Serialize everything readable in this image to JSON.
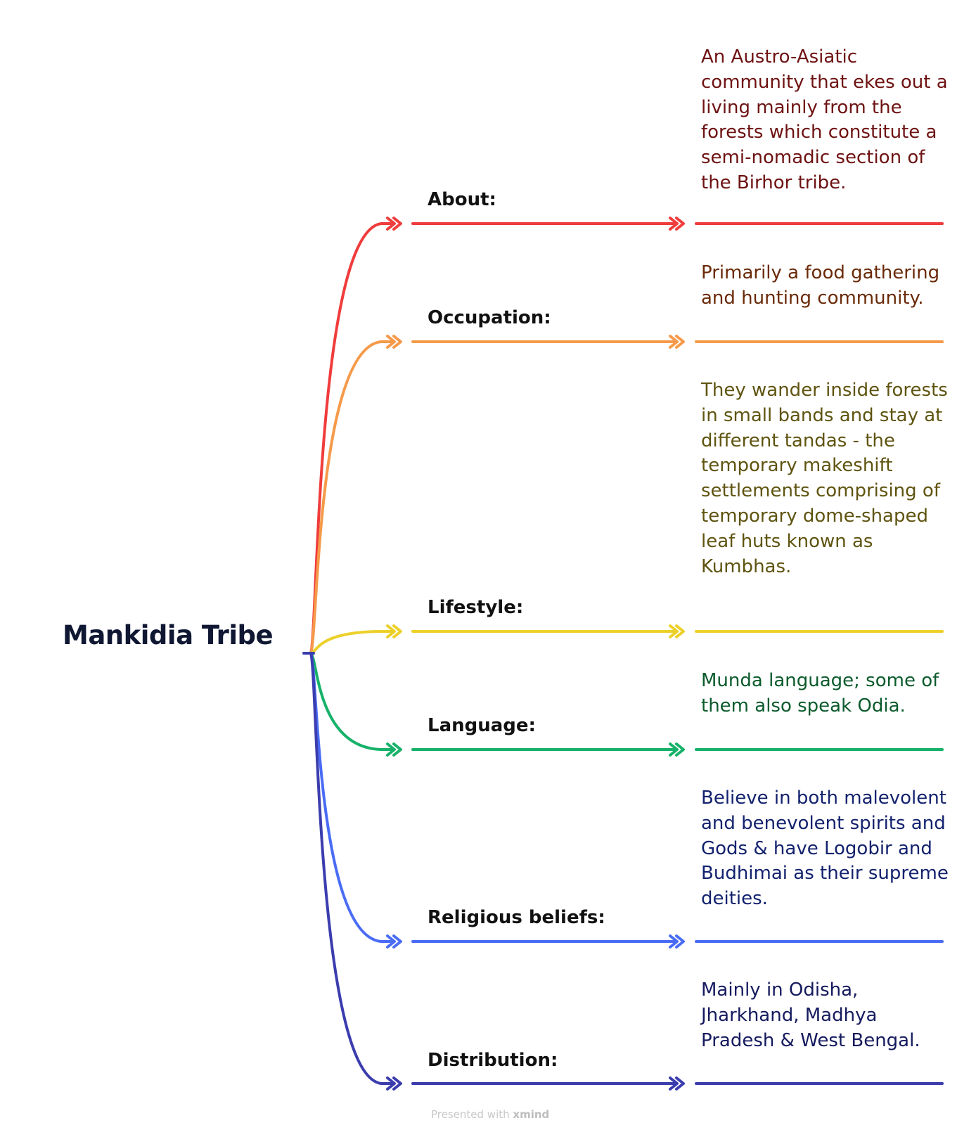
{
  "root": {
    "title": "Mankidia Tribe"
  },
  "branches": [
    {
      "label": "About:",
      "text": "An Austro-Asiatic community that ekes out a living mainly from the forests which constitute a semi-nomadic section of the Birhor tribe.",
      "color": "#f03c3c",
      "text_color": "#6e1212"
    },
    {
      "label": "Occupation:",
      "text": "Primarily a food gathering and hunting community.",
      "color": "#f59a4a",
      "text_color": "#6a2a08"
    },
    {
      "label": "Lifestyle:",
      "text": "They wander inside forests in small bands and stay at different tandas - the temporary makeshift settlements comprising of temporary dome-shaped leaf huts known as Kumbhas.",
      "color": "#ecd02a",
      "text_color": "#5f5410"
    },
    {
      "label": "Language:",
      "text": "Munda language; some of them also speak Odia.",
      "color": "#17b26a",
      "text_color": "#0b5b2c"
    },
    {
      "label": "Religious beliefs:",
      "text": "Believe in both malevolent and benevolent spirits and Gods & have Logobir and Budhimai as their supreme deities.",
      "color": "#4a6cf5",
      "text_color": "#13226e"
    },
    {
      "label": "Distribution:",
      "text": "Mainly in Odisha, Jharkhand, Madhya Pradesh & West Bengal.",
      "color": "#3b3dae",
      "text_color": "#151a5e"
    }
  ],
  "footer": {
    "prefix": "Presented with",
    "brand": "xmind"
  }
}
